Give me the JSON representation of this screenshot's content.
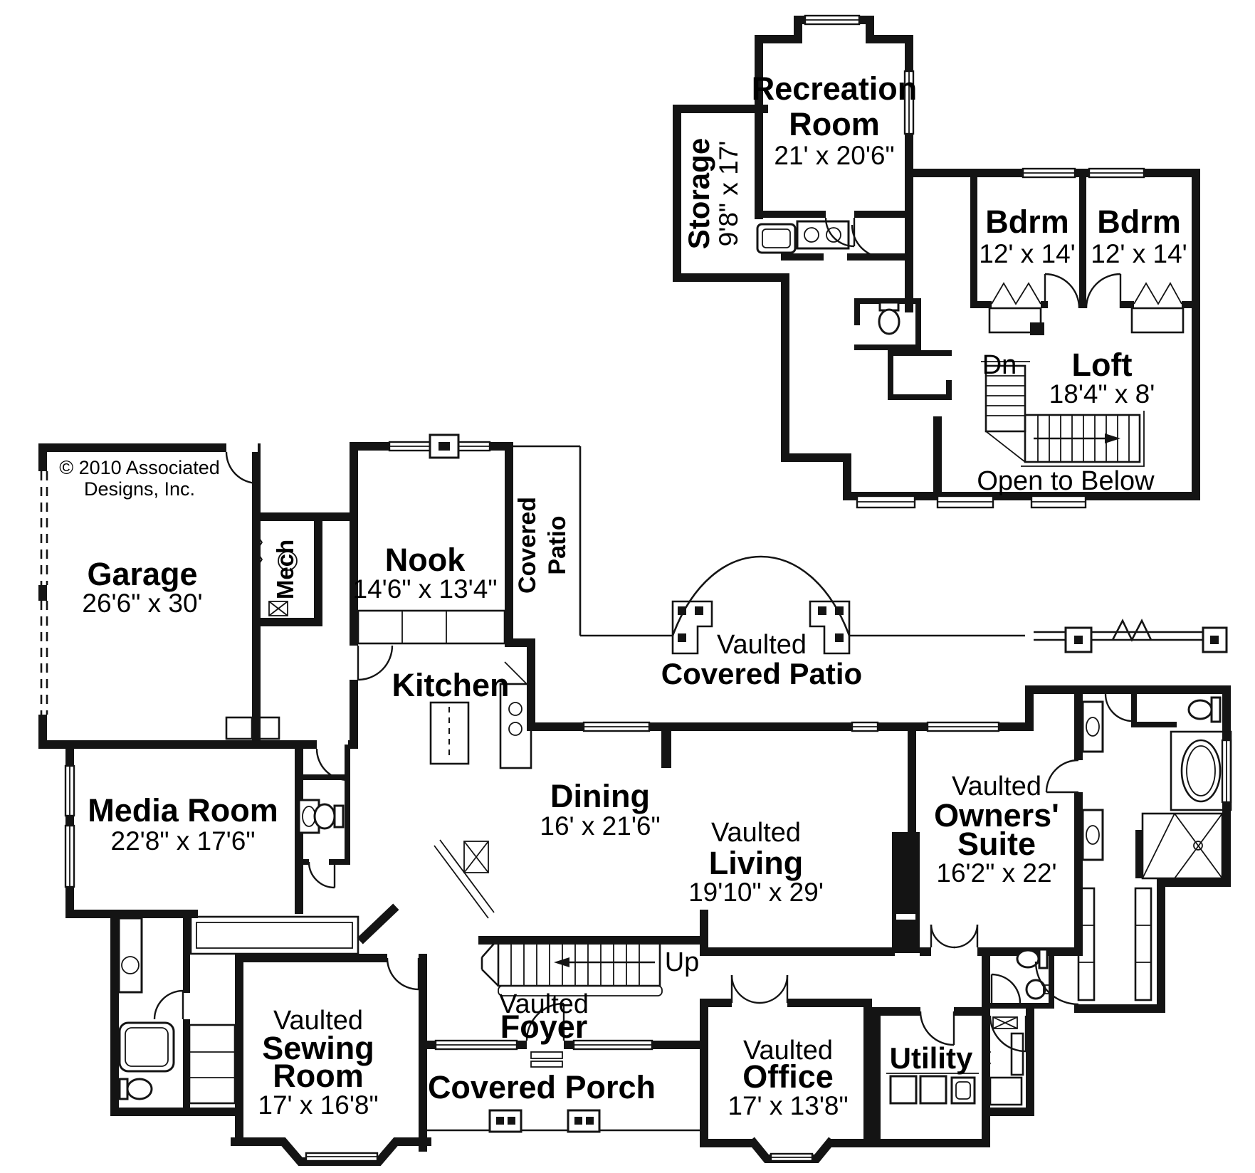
{
  "doc": {
    "copyright1": "© 2010 Associated",
    "copyright2": "Designs, Inc."
  },
  "upper": {
    "recreation": {
      "n1": "Recreation",
      "n2": "Room",
      "dims": "21' x 20'6\""
    },
    "storage": {
      "name": "Storage",
      "dims": "9'8\" x 17'"
    },
    "bdrm1": {
      "name": "Bdrm",
      "dims": "12' x 14'"
    },
    "bdrm2": {
      "name": "Bdrm",
      "dims": "12' x 14'"
    },
    "loft": {
      "name": "Loft",
      "dims": "18'4\" x 8'"
    },
    "dn": "Dn",
    "open_to_below": "Open to Below"
  },
  "main": {
    "garage": {
      "name": "Garage",
      "dims": "26'6\" x 30'"
    },
    "mech": {
      "name": "Mech"
    },
    "nook": {
      "name": "Nook",
      "dims": "14'6\" x 13'4\""
    },
    "patio_side": {
      "n1": "Covered",
      "n2": "Patio"
    },
    "kitchen": {
      "name": "Kitchen"
    },
    "patio_main": {
      "n1": "Vaulted",
      "n2": "Covered Patio"
    },
    "media": {
      "name": "Media Room",
      "dims": "22'8\" x 17'6\""
    },
    "dining": {
      "name": "Dining",
      "dims": "16' x 21'6\""
    },
    "living": {
      "n1": "Vaulted",
      "n2": "Living",
      "dims": "19'10\" x 29'"
    },
    "suite": {
      "n1": "Vaulted",
      "n2": "Owners'",
      "n3": "Suite",
      "dims": "16'2\" x 22'"
    },
    "sewing": {
      "n1": "Vaulted",
      "n2": "Sewing",
      "n3": "Room",
      "dims": "17' x 16'8\""
    },
    "foyer": {
      "n1": "Vaulted",
      "n2": "Foyer"
    },
    "porch": {
      "name": "Covered Porch"
    },
    "office": {
      "n1": "Vaulted",
      "n2": "Office",
      "dims": "17' x 13'8\""
    },
    "utility": {
      "name": "Utility"
    },
    "up": "Up"
  }
}
